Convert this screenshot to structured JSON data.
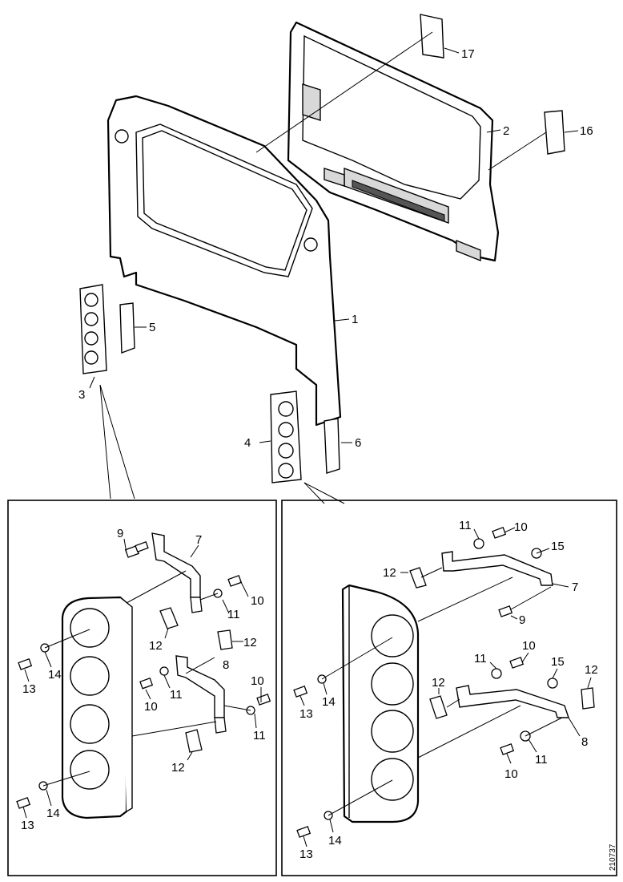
{
  "figure_code": "210737",
  "callouts": {
    "c1": "1",
    "c2": "2",
    "c3": "3",
    "c4": "4",
    "c5": "5",
    "c6": "6",
    "c16": "16",
    "c17": "17",
    "l9": "9",
    "l7": "7",
    "l10a": "10",
    "l11a": "11",
    "l12a": "12",
    "l12b": "12",
    "l8": "8",
    "l11b": "11",
    "l10b": "10",
    "l10c": "10",
    "l11c": "11",
    "l12c": "12",
    "l13a": "13",
    "l14a": "14",
    "l13b": "13",
    "l14b": "14",
    "r11a": "11",
    "r10a": "10",
    "r15a": "15",
    "r12a": "12",
    "r7": "7",
    "r9": "9",
    "r11b": "11",
    "r10b": "10",
    "r15b": "15",
    "r12b": "12",
    "r12c": "12",
    "r8": "8",
    "r11c": "11",
    "r10c": "10",
    "r13a": "13",
    "r14a": "14",
    "r13b": "13",
    "r14b": "14"
  }
}
